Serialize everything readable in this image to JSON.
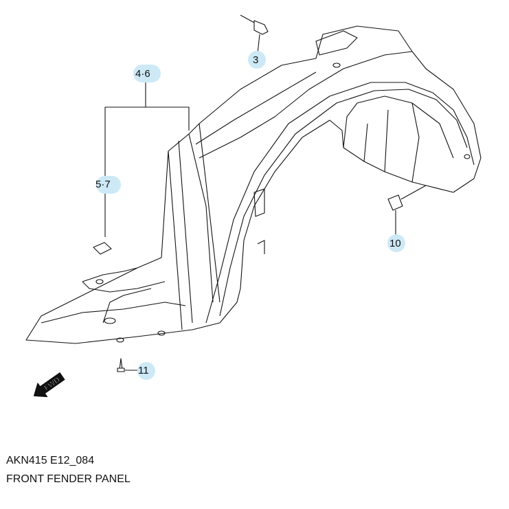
{
  "diagram": {
    "callouts": [
      {
        "id": "3",
        "label": "3"
      },
      {
        "id": "4-6",
        "label": "4·6"
      },
      {
        "id": "5-7",
        "label": "5·7"
      },
      {
        "id": "10",
        "label": "10"
      },
      {
        "id": "11",
        "label": "11"
      }
    ],
    "direction_arrow": {
      "label": "FWD"
    }
  },
  "caption": {
    "code": "AKN415 E12_084",
    "title": "FRONT FENDER PANEL"
  },
  "colors": {
    "callout_bg": "#cde9f6",
    "line": "#111111"
  }
}
